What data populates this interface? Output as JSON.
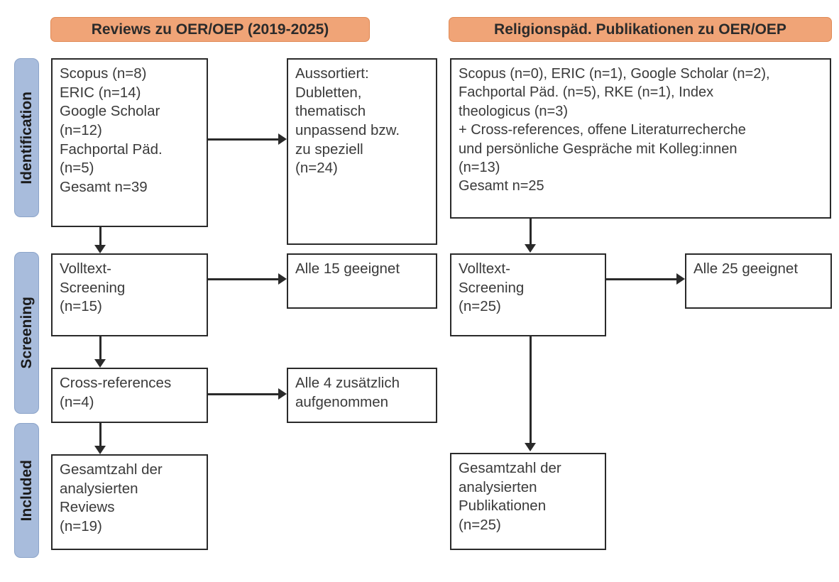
{
  "figure": {
    "type": "prisma-flow-diagram",
    "accent_orange": "#f0a477",
    "accent_blue": "#a8bcdc",
    "line_color": "#2a2a2a"
  },
  "phases": [
    {
      "id": "identification",
      "label": "Identification"
    },
    {
      "id": "screening",
      "label": "Screening"
    },
    {
      "id": "included",
      "label": "Included"
    }
  ],
  "columns": [
    {
      "id": "reviews",
      "header": "Reviews zu OER/OEP (2019-2025)"
    },
    {
      "id": "publikationen",
      "header": "Religionspäd. Publikationen zu OER/OEP"
    }
  ],
  "boxes": {
    "left_identification": "Scopus (n=8)\nERIC (n=14)\nGoogle Scholar\n(n=12)\nFachportal Päd.\n(n=5)\nGesamt n=39",
    "left_excluded": "Aussortiert:\nDubletten,\nthematisch\nunpassend bzw.\nzu speziell\n(n=24)",
    "left_screening": "Volltext-\nScreening\n(n=15)",
    "left_screening_result": "Alle 15 geeignet",
    "left_crossrefs": "Cross-references\n(n=4)",
    "left_crossrefs_result": "Alle 4 zusätzlich\naufgenommen",
    "left_included": "Gesamtzahl der\nanalysierten\nReviews\n(n=19)",
    "right_identification": "Scopus (n=0), ERIC (n=1), Google Scholar (n=2),\nFachportal Päd. (n=5), RKE (n=1), Index\ntheologicus (n=3)\n+ Cross-references, offene Literaturrecherche\nund persönliche Gespräche mit Kolleg:innen\n(n=13)\nGesamt n=25",
    "right_screening": "Volltext-\nScreening\n(n=25)",
    "right_screening_result": "Alle 25 geeignet",
    "right_included": "Gesamtzahl der\nanalysierten\nPublikationen\n(n=25)"
  },
  "chart_data": {
    "type": "table",
    "title": "PRISMA Flussdiagramm: Reviews und religionspädagogische Publikationen zu OER/OEP",
    "records": [
      {
        "column": "Reviews zu OER/OEP (2019-2025)",
        "phase": "Identification",
        "source": "Scopus",
        "n": 8
      },
      {
        "column": "Reviews zu OER/OEP (2019-2025)",
        "phase": "Identification",
        "source": "ERIC",
        "n": 14
      },
      {
        "column": "Reviews zu OER/OEP (2019-2025)",
        "phase": "Identification",
        "source": "Google Scholar",
        "n": 12
      },
      {
        "column": "Reviews zu OER/OEP (2019-2025)",
        "phase": "Identification",
        "source": "Fachportal Päd.",
        "n": 5
      },
      {
        "column": "Reviews zu OER/OEP (2019-2025)",
        "phase": "Identification",
        "source": "Gesamt",
        "n": 39
      },
      {
        "column": "Reviews zu OER/OEP (2019-2025)",
        "phase": "Identification",
        "source": "Aussortiert (Dubletten, thematisch unpassend bzw. zu speziell)",
        "n": 24
      },
      {
        "column": "Reviews zu OER/OEP (2019-2025)",
        "phase": "Screening",
        "source": "Volltext-Screening",
        "n": 15
      },
      {
        "column": "Reviews zu OER/OEP (2019-2025)",
        "phase": "Screening",
        "source": "Alle geeignet",
        "n": 15
      },
      {
        "column": "Reviews zu OER/OEP (2019-2025)",
        "phase": "Screening",
        "source": "Cross-references",
        "n": 4
      },
      {
        "column": "Reviews zu OER/OEP (2019-2025)",
        "phase": "Screening",
        "source": "Alle zusätzlich aufgenommen",
        "n": 4
      },
      {
        "column": "Reviews zu OER/OEP (2019-2025)",
        "phase": "Included",
        "source": "Gesamtzahl der analysierten Reviews",
        "n": 19
      },
      {
        "column": "Religionspäd. Publikationen zu OER/OEP",
        "phase": "Identification",
        "source": "Scopus",
        "n": 0
      },
      {
        "column": "Religionspäd. Publikationen zu OER/OEP",
        "phase": "Identification",
        "source": "ERIC",
        "n": 1
      },
      {
        "column": "Religionspäd. Publikationen zu OER/OEP",
        "phase": "Identification",
        "source": "Google Scholar",
        "n": 2
      },
      {
        "column": "Religionspäd. Publikationen zu OER/OEP",
        "phase": "Identification",
        "source": "Fachportal Päd.",
        "n": 5
      },
      {
        "column": "Religionspäd. Publikationen zu OER/OEP",
        "phase": "Identification",
        "source": "RKE",
        "n": 1
      },
      {
        "column": "Religionspäd. Publikationen zu OER/OEP",
        "phase": "Identification",
        "source": "Index theologicus",
        "n": 3
      },
      {
        "column": "Religionspäd. Publikationen zu OER/OEP",
        "phase": "Identification",
        "source": "Cross-references, offene Literaturrecherche und persönliche Gespräche mit Kolleg:innen",
        "n": 13
      },
      {
        "column": "Religionspäd. Publikationen zu OER/OEP",
        "phase": "Identification",
        "source": "Gesamt",
        "n": 25
      },
      {
        "column": "Religionspäd. Publikationen zu OER/OEP",
        "phase": "Screening",
        "source": "Volltext-Screening",
        "n": 25
      },
      {
        "column": "Religionspäd. Publikationen zu OER/OEP",
        "phase": "Screening",
        "source": "Alle geeignet",
        "n": 25
      },
      {
        "column": "Religionspäd. Publikationen zu OER/OEP",
        "phase": "Included",
        "source": "Gesamtzahl der analysierten Publikationen",
        "n": 25
      }
    ]
  }
}
